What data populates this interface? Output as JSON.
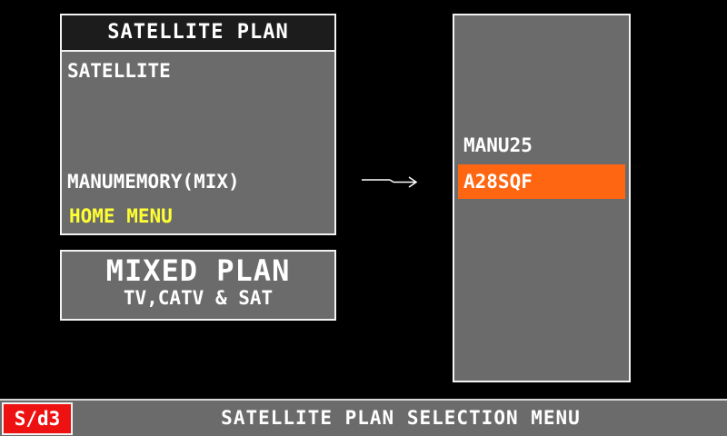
{
  "plan_menu": {
    "title": "SATELLITE PLAN",
    "items": [
      {
        "label": "SATELLITE"
      },
      {
        "label": "MANUMEMORY(MIX)"
      },
      {
        "label": "HOME MENU"
      }
    ]
  },
  "mixed_plan": {
    "title": "MIXED PLAN",
    "subtitle": "TV,CATV & SAT"
  },
  "plan_list": {
    "items": [
      {
        "label": "MANU25",
        "selected": false
      },
      {
        "label": "A28SQF",
        "selected": true
      }
    ]
  },
  "status_bar": {
    "screen_code": "S/d3",
    "title": "SATELLITE PLAN SELECTION MENU"
  },
  "colors": {
    "panel_bg": "#6b6b6b",
    "highlight": "#ff6611",
    "home_menu_text": "#ffff33",
    "screen_code_bg": "#ee1111"
  },
  "icons": {
    "pointer": "right-arrow-icon"
  }
}
